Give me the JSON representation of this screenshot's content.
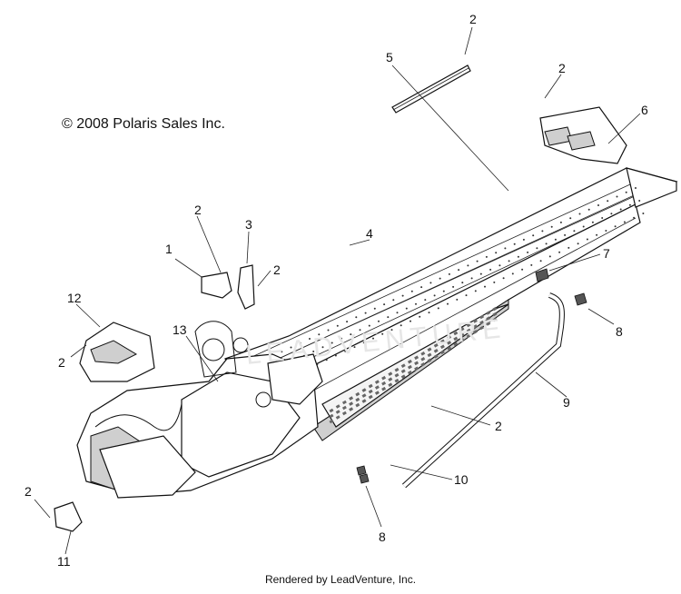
{
  "copyright": "© 2008 Polaris Sales Inc.",
  "footer": "Rendered by LeadVenture, Inc.",
  "watermark": "LEADVENTURE",
  "callouts": [
    {
      "id": "c1",
      "label": "1"
    },
    {
      "id": "c2a",
      "label": "2"
    },
    {
      "id": "c2b",
      "label": "2"
    },
    {
      "id": "c2c",
      "label": "2"
    },
    {
      "id": "c2d",
      "label": "2"
    },
    {
      "id": "c2e",
      "label": "2"
    },
    {
      "id": "c2f",
      "label": "2"
    },
    {
      "id": "c2g",
      "label": "2"
    },
    {
      "id": "c3",
      "label": "3"
    },
    {
      "id": "c4",
      "label": "4"
    },
    {
      "id": "c5",
      "label": "5"
    },
    {
      "id": "c6",
      "label": "6"
    },
    {
      "id": "c7",
      "label": "7"
    },
    {
      "id": "c8a",
      "label": "8"
    },
    {
      "id": "c8b",
      "label": "8"
    },
    {
      "id": "c9",
      "label": "9"
    },
    {
      "id": "c10",
      "label": "10"
    },
    {
      "id": "c11",
      "label": "11"
    },
    {
      "id": "c12",
      "label": "12"
    },
    {
      "id": "c13",
      "label": "13"
    }
  ]
}
